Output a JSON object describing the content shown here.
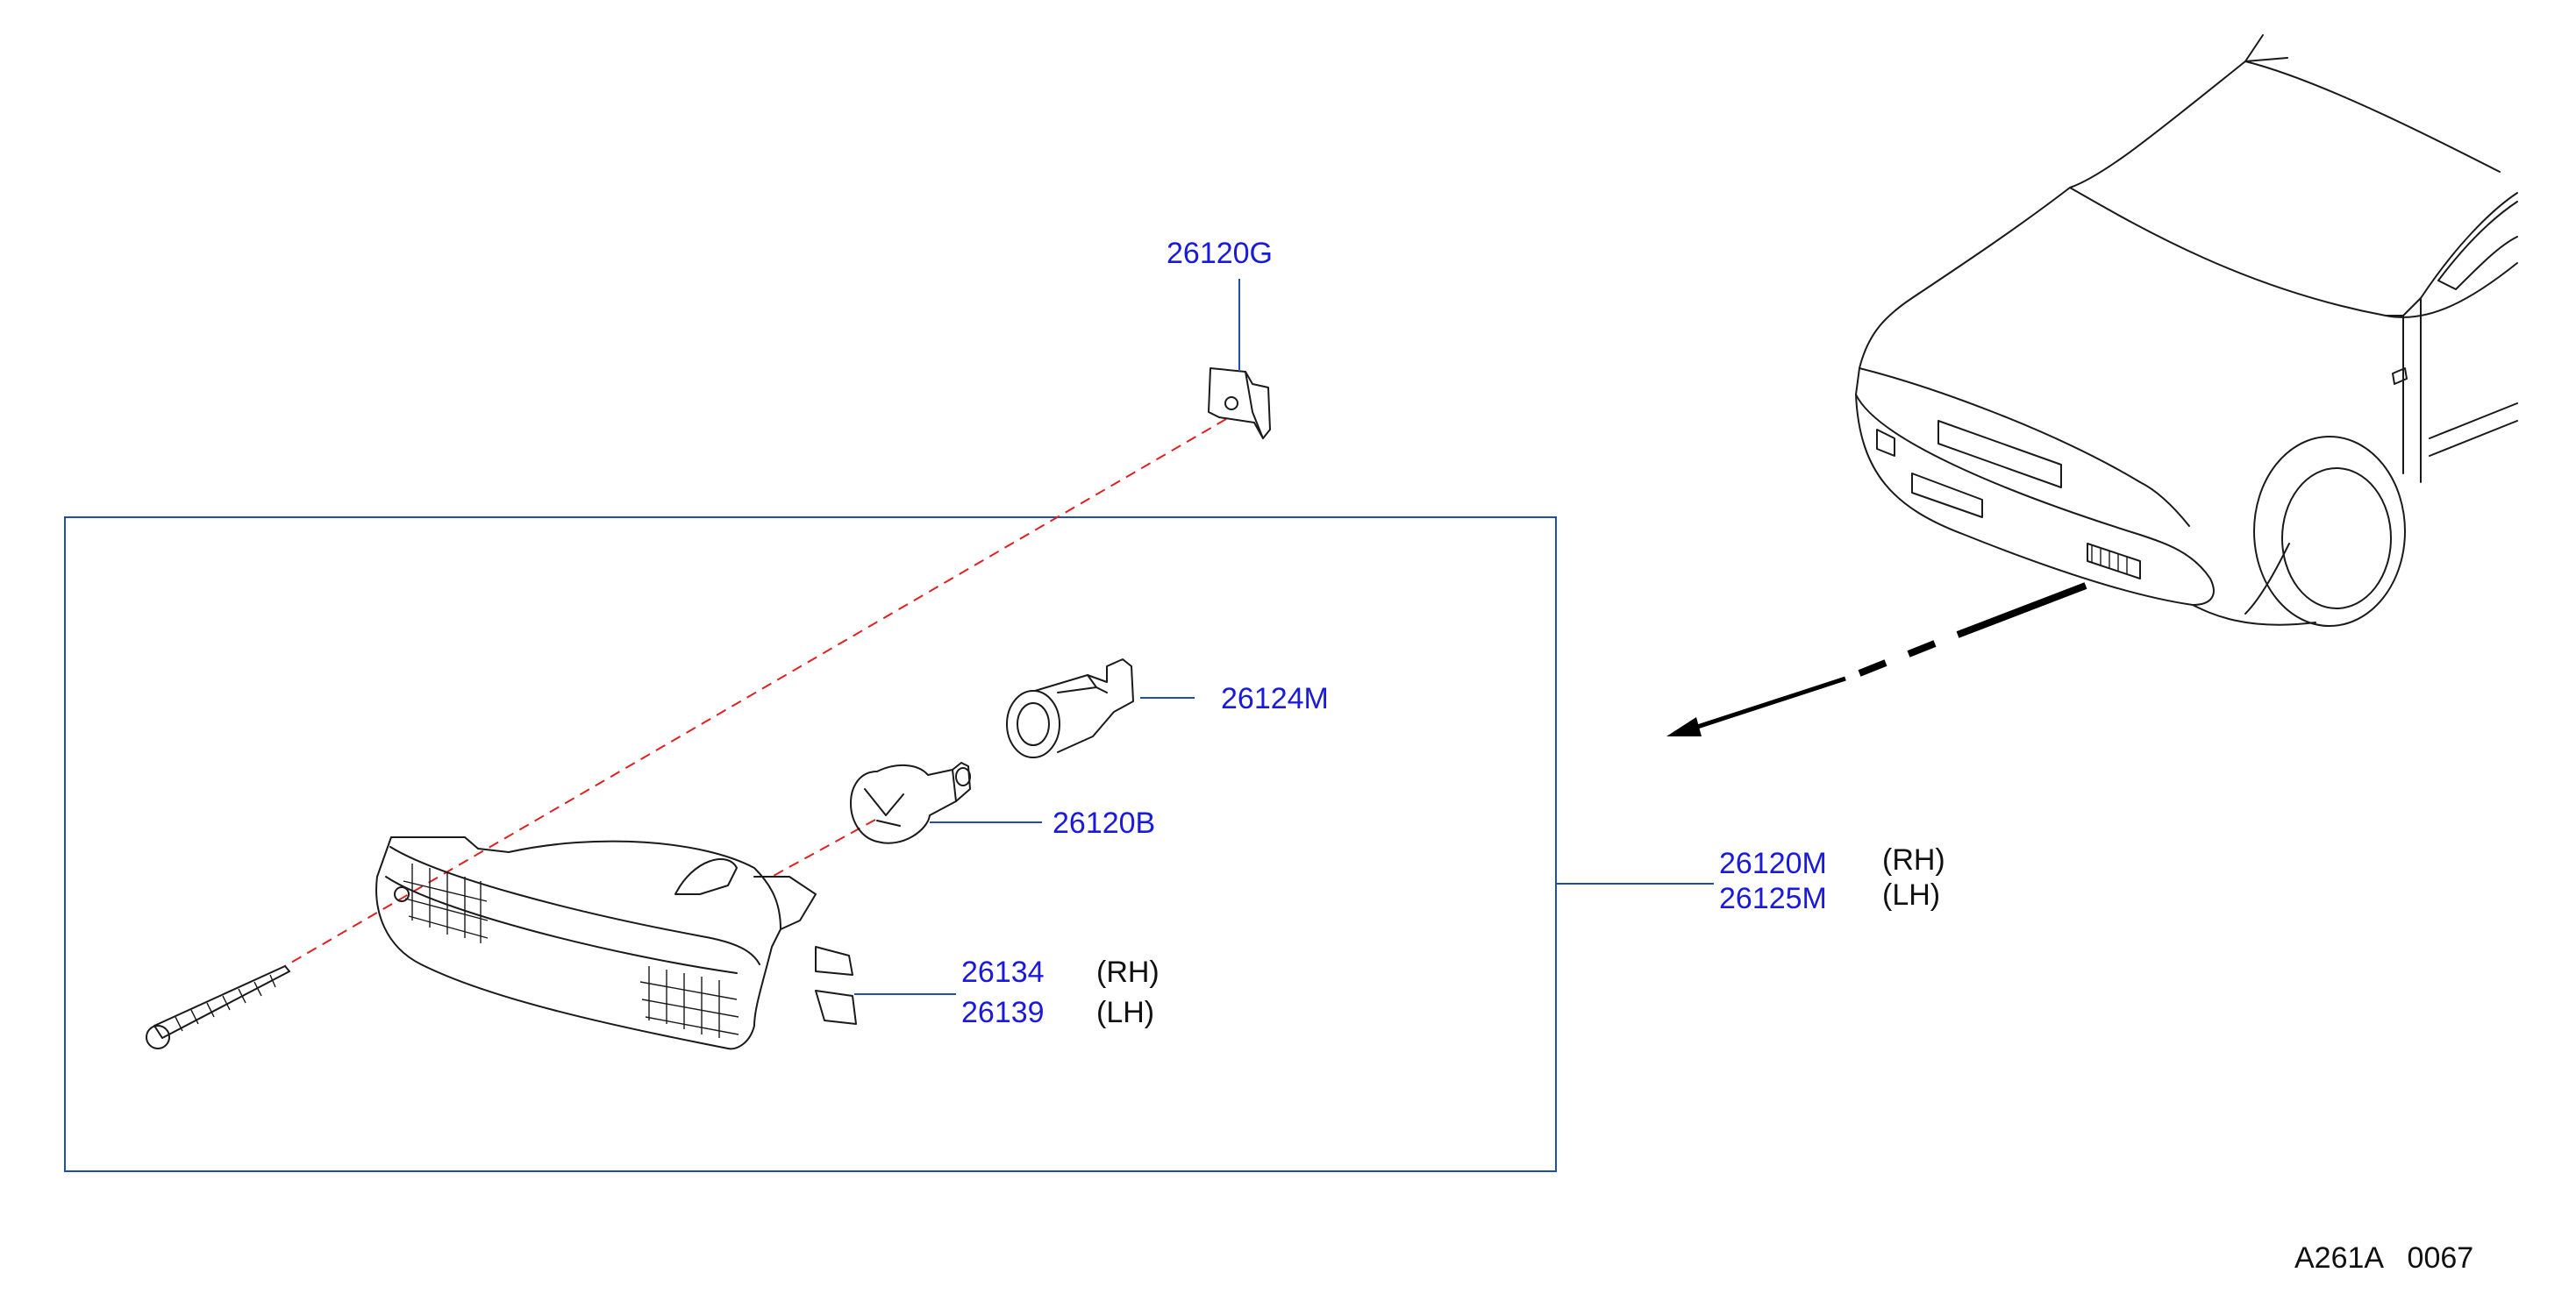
{
  "diagram_code": "A261A   0067",
  "parts": {
    "clip": {
      "number": "26120G"
    },
    "socket": {
      "number": "26124M"
    },
    "bulb": {
      "number": "26120B"
    },
    "lens_rh": {
      "number": "26134",
      "side": "(RH)"
    },
    "lens_lh": {
      "number": "26139",
      "side": "(LH)"
    },
    "assembly_rh": {
      "number": "26120M",
      "side": "(RH)"
    },
    "assembly_lh": {
      "number": "26125M",
      "side": "(LH)"
    }
  },
  "colors": {
    "part_number": "#1a1adc",
    "leader_line": "#1f4fa8",
    "box_border": "#1f4fa8",
    "dashed_guide": "#e02020"
  }
}
